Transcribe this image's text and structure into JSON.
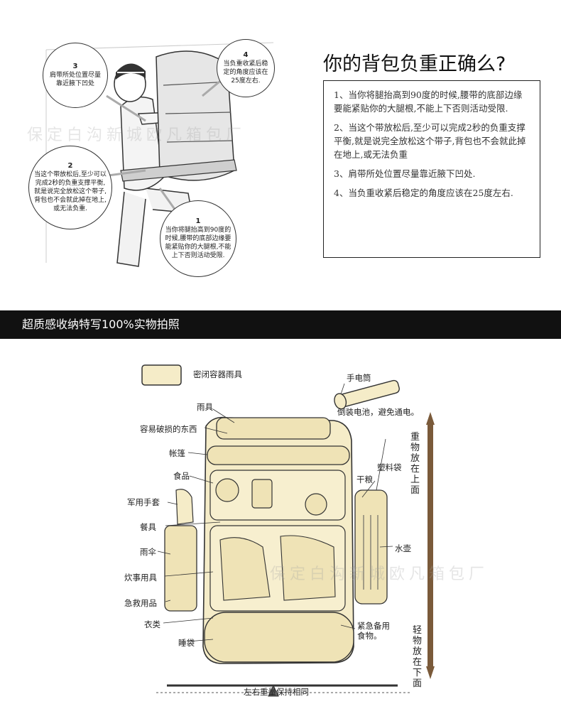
{
  "heading": "你的背包负重正确么?",
  "tips": [
    "1、当你将腿抬高到90度的时候,腰带的底部边缘要能紧贴你的大腿根,不能上下否则活动受限.",
    "2、当这个带放松后,至少可以完成2秒的负重支撑平衡,就是说完全放松这个带子,背包也不会就此掉在地上,或无法负重",
    "3、肩带所处位置尽量靠近腋下凹处.",
    "4、当负重收紧后稳定的角度应该在25度左右."
  ],
  "callouts": [
    {
      "num": "3",
      "text": "肩带所处位置尽量靠近腋下凹处"
    },
    {
      "num": "4",
      "text": "当负重收紧后稳定的角度应该在25度左右."
    },
    {
      "num": "2",
      "text": "当这个带放松后,至少可以完成2秒的负重支撑平衡,就是说完全放松这个带子,背包也不会就此掉在地上,或无法负重."
    },
    {
      "num": "1",
      "text": "当你将腿抬高到90度的时候,腰带的底部边缘要能紧贴你的大腿根,不能上下否则活动受限."
    }
  ],
  "watermark": "保定白沟新城欧凡箱包厂",
  "banner": "超质感收纳特写100%实物拍照",
  "labels": {
    "container": "密闭容器雨具",
    "raingear": "雨具",
    "fragile": "容易破损的东西",
    "tent": "帐篷",
    "food": "食品",
    "gloves": "军用手套",
    "tableware": "餐具",
    "umbrella": "雨伞",
    "cookware": "炊事用具",
    "firstaid": "急救用品",
    "clothes": "衣类",
    "sleepingbag": "睡袋",
    "flashlight": "手电筒",
    "battery_note": "倒装电池，避免通电。",
    "plasticbag": "塑料袋",
    "drygoods": "干粮",
    "kettle": "水壶",
    "emergency_food": "紧急备用食物。",
    "balance": "左右重量保持相同",
    "heavy_top": "重物放在上面",
    "light_bottom": "轻物放在下面"
  },
  "colors": {
    "bag_fill": "#f5ecc8",
    "outline": "#333333",
    "pole": "#7a5a3a"
  }
}
